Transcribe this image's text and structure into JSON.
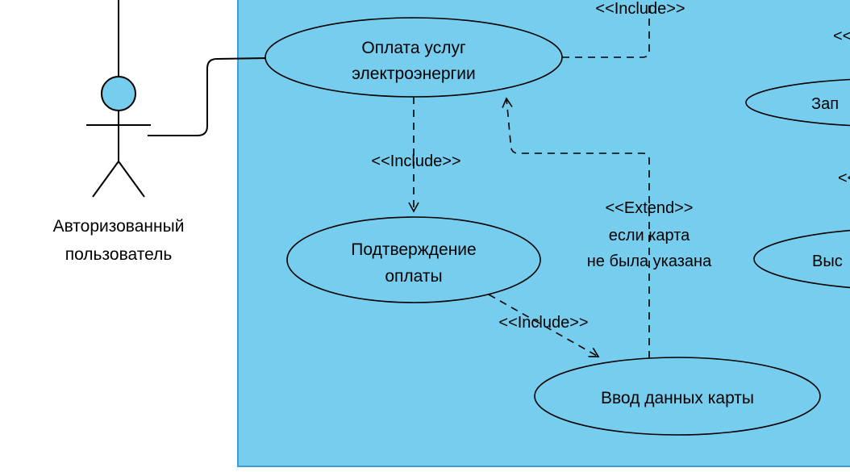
{
  "diagram": {
    "actor": {
      "name_line1": "Авторизованный",
      "name_line2": "пользователь"
    },
    "use_cases": {
      "payment": {
        "line1": "Оплата услуг",
        "line2": "электроэнергии"
      },
      "confirmation": {
        "line1": "Подтверждение",
        "line2": "оплаты"
      },
      "card_entry": {
        "label": "Ввод данных карты"
      },
      "partial_top": {
        "visible_text": "Зап"
      },
      "partial_right": {
        "visible_text": "Выс"
      }
    },
    "relations": {
      "include_top_label": "<<Include>>",
      "include_confirmation_label": "<<Include>>",
      "include_card_label": "<<Include>>",
      "extend_label_line1": "<<Extend>>",
      "extend_label_line2": "если карта",
      "extend_label_line3": "не была указана",
      "partial_label_top_right": "<<",
      "partial_label_right": "<<"
    },
    "colors": {
      "shape_fill": "#76CDEE",
      "boundary_border": "#3E9FD0",
      "stroke": "#000000",
      "canvas_background": "#FFFFFF"
    }
  }
}
